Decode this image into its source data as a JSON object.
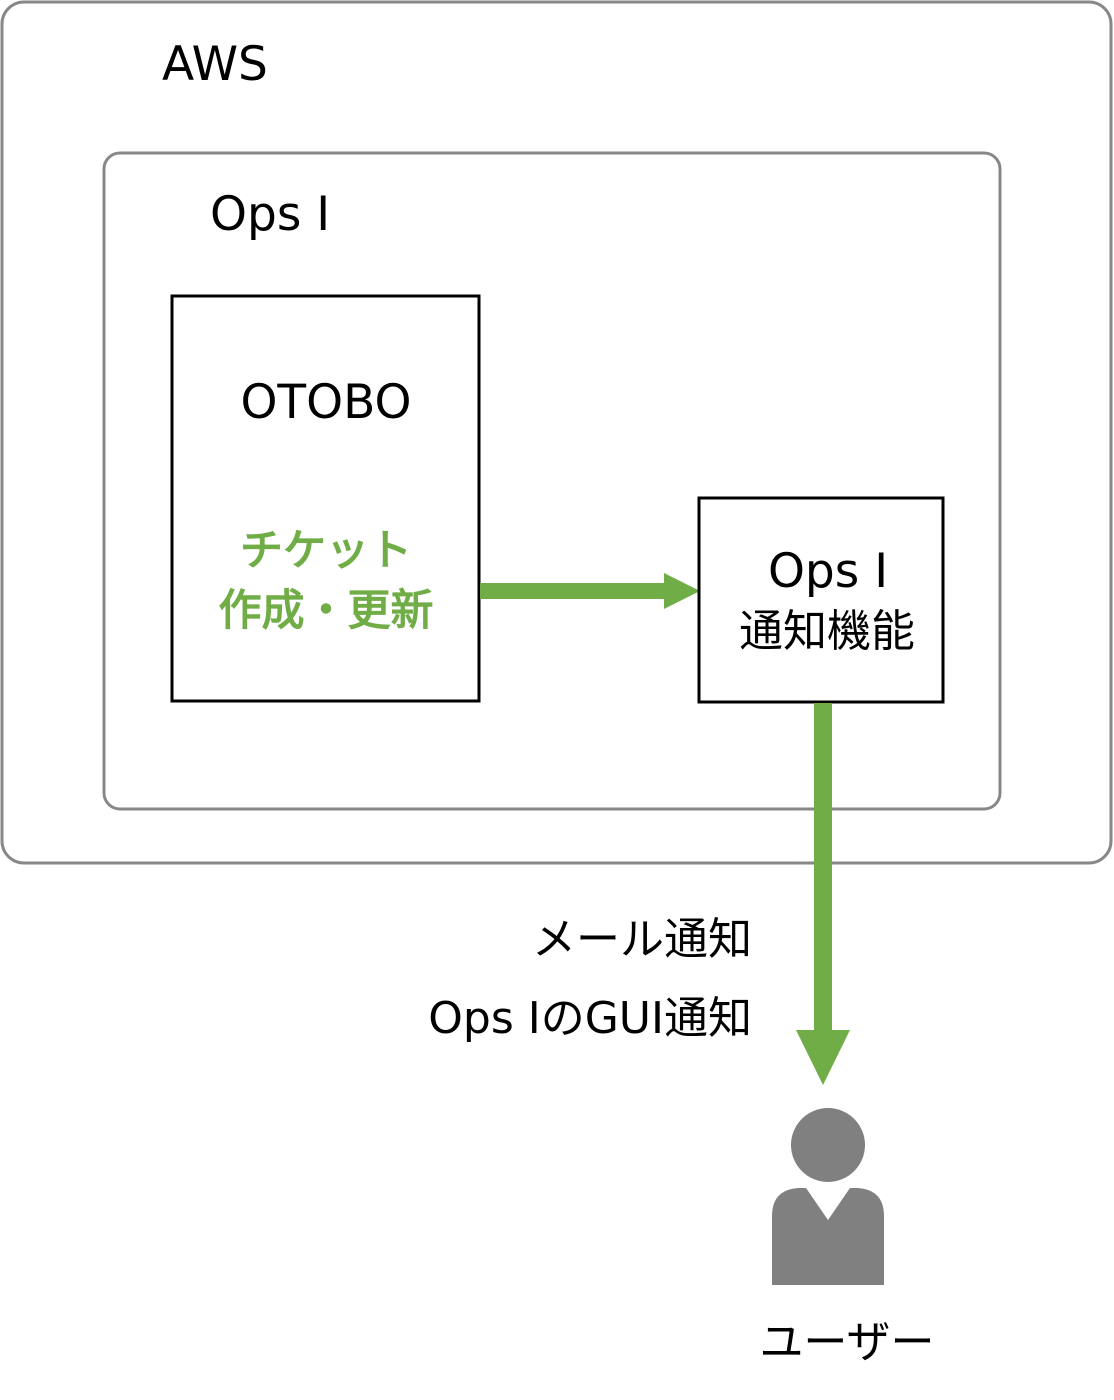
{
  "diagram": {
    "aws": {
      "label": "AWS"
    },
    "ops_i": {
      "label": "Ops I"
    },
    "otobo": {
      "title": "OTOBO",
      "event_line_1": "チケット",
      "event_line_2": "作成・更新"
    },
    "notification": {
      "line_1": "Ops I",
      "line_2": "通知機能"
    },
    "channels": [
      "メール通知",
      "Ops IのGUI通知"
    ],
    "user": {
      "label": "ユーザー",
      "icon": "user-icon"
    }
  },
  "colors": {
    "accent": "#70AD47",
    "boundary": "#888888",
    "box_border": "#000000",
    "icon": "#808080",
    "text": "#000000"
  }
}
